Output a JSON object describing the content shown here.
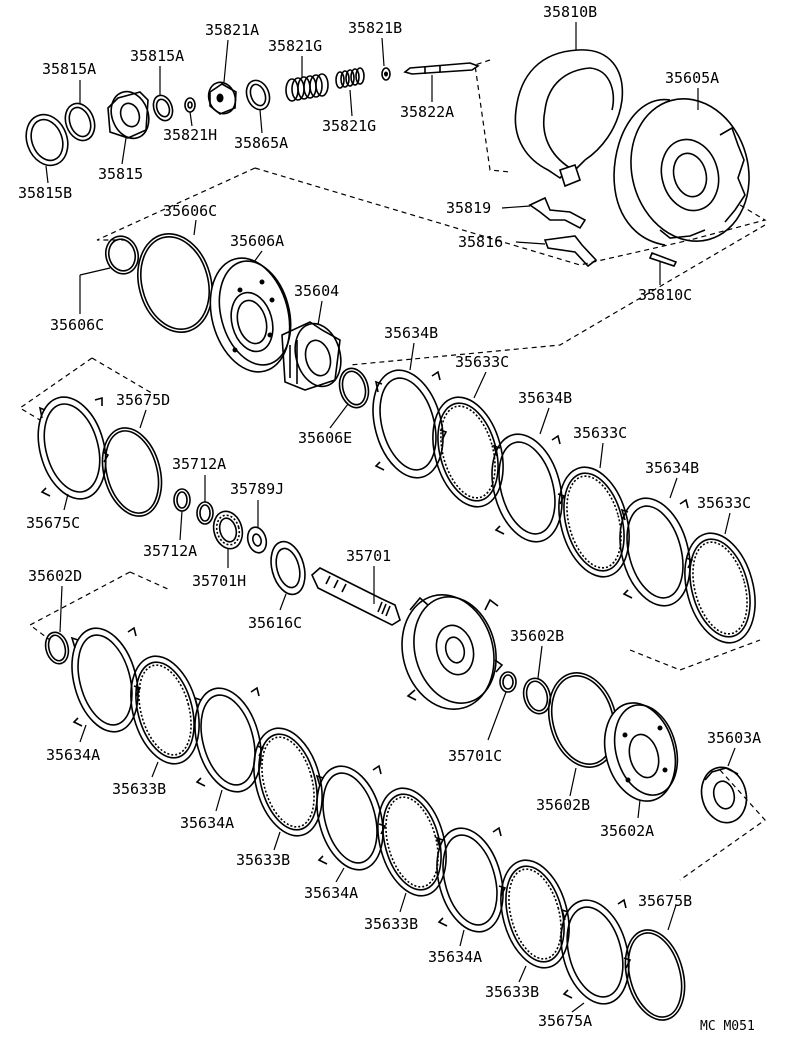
{
  "labels": {
    "p35815A_1": "35815A",
    "p35815A_2": "35815A",
    "p35821A": "35821A",
    "p35821G_1": "35821G",
    "p35821B": "35821B",
    "p35810B": "35810B",
    "p35605A": "35605A",
    "p35821H": "35821H",
    "p35865A": "35865A",
    "p35821G_2": "35821G",
    "p35822A": "35822A",
    "p35815": "35815",
    "p35815B": "35815B",
    "p35819": "35819",
    "p35816": "35816",
    "p35810C": "35810C",
    "p35606C_1": "35606C",
    "p35606A": "35606A",
    "p35604": "35604",
    "p35606C_2": "35606C",
    "p35634B_1": "35634B",
    "p35633C_1": "35633C",
    "p35634B_2": "35634B",
    "p35633C_2": "35633C",
    "p35634B_3": "35634B",
    "p35633C_3": "35633C",
    "p35675D": "35675D",
    "p35606E": "35606E",
    "p35712A_1": "35712A",
    "p35789J": "35789J",
    "p35675C": "35675C",
    "p35712A_2": "35712A",
    "p35701H": "35701H",
    "p35701": "35701",
    "p35616C": "35616C",
    "p35602D": "35602D",
    "p35602B_1": "35602B",
    "p35603A": "35603A",
    "p35634A_1": "35634A",
    "p35633B_1": "35633B",
    "p35634A_2": "35634A",
    "p35701C": "35701C",
    "p35602B_2": "35602B",
    "p35602A": "35602A",
    "p35633B_2": "35633B",
    "p35634A_3": "35634A",
    "p35633B_3": "35633B",
    "p35634A_4": "35634A",
    "p35675B": "35675B",
    "p35633B_4": "35633B",
    "p35675A": "35675A",
    "footer": "MC  M051"
  }
}
